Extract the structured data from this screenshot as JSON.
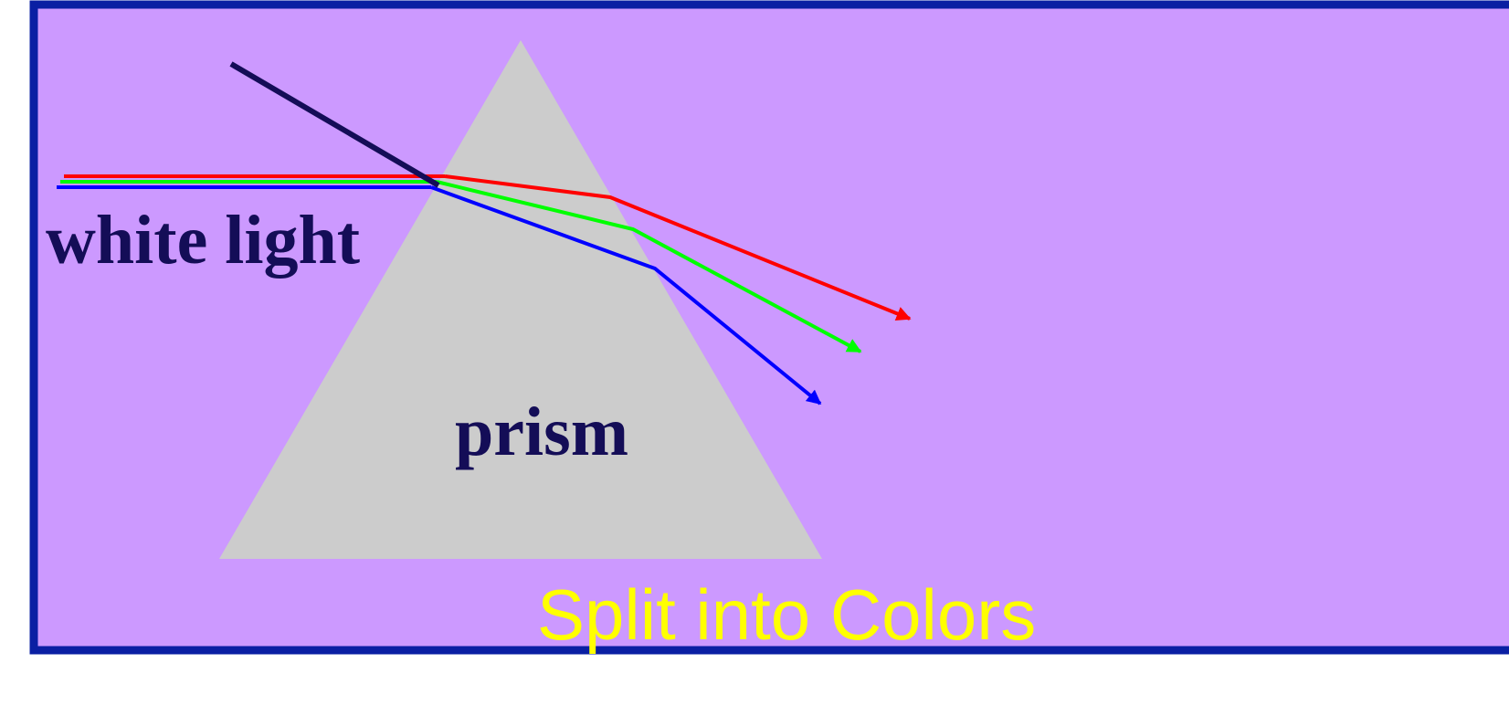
{
  "diagram": {
    "labels": {
      "white_light": "white light",
      "prism": "prism",
      "caption": "Split into Colors"
    },
    "colors": {
      "background": "#cc99ff",
      "frame": "#0a1fa3",
      "prism": "#cccccc",
      "incident_ray": "#140d57",
      "label_text": "#140d57",
      "caption": "#ffff00",
      "red_ray": "#ff0000",
      "green_ray": "#00ff00",
      "blue_ray": "#0000ff"
    },
    "rays": [
      {
        "name": "red-ray",
        "color": "#ff0000"
      },
      {
        "name": "green-ray",
        "color": "#00ff00"
      },
      {
        "name": "blue-ray",
        "color": "#0000ff"
      }
    ]
  }
}
